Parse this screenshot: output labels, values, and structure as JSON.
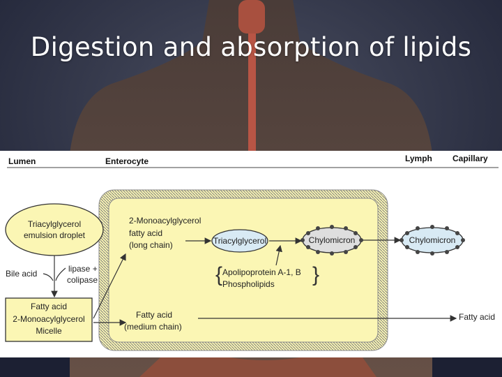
{
  "slide": {
    "title": "Digestion and absorption of lipids"
  },
  "diagram": {
    "headers": {
      "lumen": "Lumen",
      "enterocyte": "Enterocyte",
      "lymph": "Lymph",
      "capillary": "Capillary"
    },
    "nodes": {
      "emulsion_line1": "Triacylglycerol",
      "emulsion_line2": "emulsion droplet",
      "micelle_line1": "Fatty acid",
      "micelle_line2": "2-Monoacylglycerol",
      "micelle_line3": "Micelle",
      "tag_enterocyte": "Triacylglycerol",
      "chylomicron_cell": "Chylomicron",
      "chylomicron_lymph": "Chylomicron"
    },
    "labels": {
      "bile_acid": "Bile acid",
      "lipase_line1": "lipase +",
      "lipase_line2": "colipase",
      "long_line1": "2-Monoacylglycerol",
      "long_line2": "fatty acid",
      "long_line3": "(long chain)",
      "apo_line1": "Apolipoprotein A-1, B",
      "apo_line2": "Phospholipids",
      "medium_line1": "Fatty acid",
      "medium_line2": "(medium chain)",
      "fatty_acid_out": "Fatty acid"
    },
    "colors": {
      "yellow": "#fbf6b4",
      "blue": "#d8eaf4",
      "gray_oval": "#dedede",
      "membrane": "#8a8a8a"
    }
  }
}
